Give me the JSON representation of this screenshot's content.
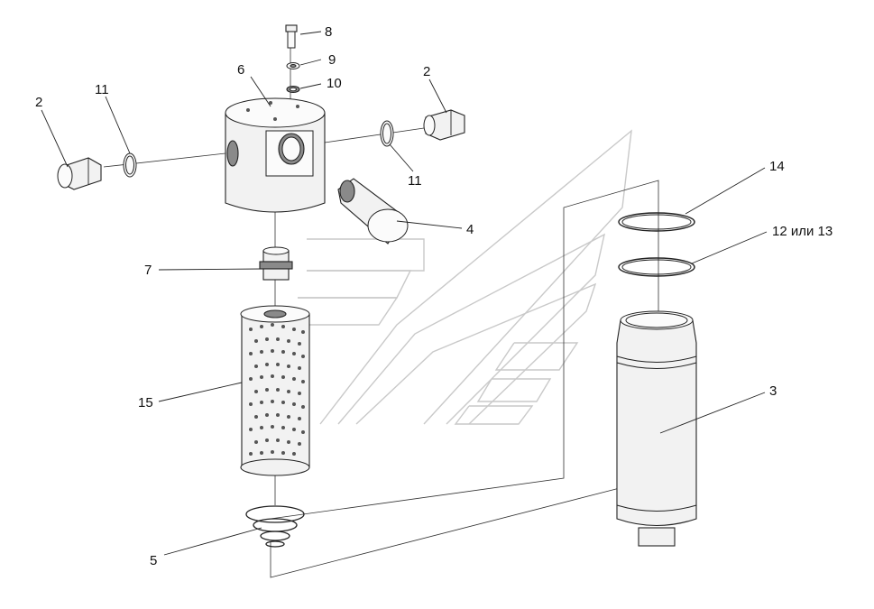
{
  "diagram": {
    "callouts": [
      {
        "id": "part-8",
        "text": "8"
      },
      {
        "id": "part-9",
        "text": "9"
      },
      {
        "id": "part-10",
        "text": "10"
      },
      {
        "id": "part-6",
        "text": "6"
      },
      {
        "id": "part-2-left",
        "text": "2"
      },
      {
        "id": "part-11-left",
        "text": "11"
      },
      {
        "id": "part-2-right",
        "text": "2"
      },
      {
        "id": "part-11-right",
        "text": "11"
      },
      {
        "id": "part-4",
        "text": "4"
      },
      {
        "id": "part-7",
        "text": "7"
      },
      {
        "id": "part-14",
        "text": "14"
      },
      {
        "id": "part-12-13",
        "text": "12 или 13"
      },
      {
        "id": "part-15",
        "text": "15"
      },
      {
        "id": "part-3",
        "text": "3"
      },
      {
        "id": "part-5",
        "text": "5"
      }
    ]
  }
}
